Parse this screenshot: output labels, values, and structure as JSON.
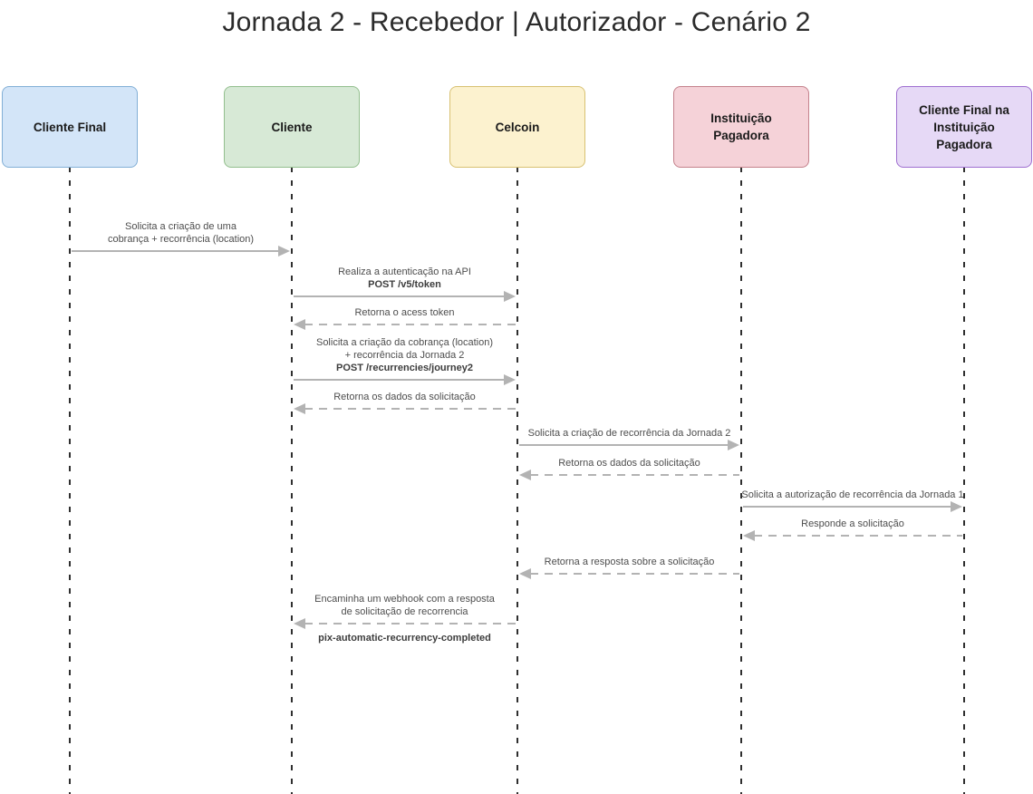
{
  "title": "Jornada 2 - Recebedor | Autorizador - Cenário 2",
  "colors": {
    "background": "#ffffff",
    "title_text": "#2b2b2b",
    "message_text": "#4d4d4d",
    "arrow": "#b3b3b3",
    "lifeline": "#2f2f2f"
  },
  "actors": [
    {
      "id": "cliente-final",
      "label": "Cliente Final",
      "fill": "#d3e5f8",
      "border": "#82afd6"
    },
    {
      "id": "cliente",
      "label": "Cliente",
      "fill": "#d7e9d6",
      "border": "#93bf8e"
    },
    {
      "id": "celcoin",
      "label": "Celcoin",
      "fill": "#fcf2cf",
      "border": "#d8c172"
    },
    {
      "id": "instituicao-pagadora",
      "label": "Instituição Pagadora",
      "fill": "#f5d2d8",
      "border": "#c4828c"
    },
    {
      "id": "cliente-final-na-instituicao-pagadora",
      "label": "Cliente Final na Instituição Pagadora",
      "fill": "#e6d9f6",
      "border": "#9f6fd0"
    }
  ],
  "messages": [
    {
      "from": 0,
      "to": 1,
      "line": "solid",
      "lines": [
        {
          "text": "Solicita a criação de uma",
          "bold": false
        },
        {
          "text": "cobrança + recorrência (location)",
          "bold": false
        }
      ],
      "below": []
    },
    {
      "from": 1,
      "to": 2,
      "line": "solid",
      "lines": [
        {
          "text": "Realiza a autenticação na API",
          "bold": false
        },
        {
          "text": "POST /v5/token",
          "bold": true
        }
      ],
      "below": []
    },
    {
      "from": 2,
      "to": 1,
      "line": "dashed",
      "lines": [
        {
          "text": "Retorna o acess token",
          "bold": false
        }
      ],
      "below": []
    },
    {
      "from": 1,
      "to": 2,
      "line": "solid",
      "lines": [
        {
          "text": "Solicita a criação da cobrança (location)",
          "bold": false
        },
        {
          "text": "+ recorrência da Jornada 2",
          "bold": false
        },
        {
          "text": "POST /recurrencies/journey2",
          "bold": true
        }
      ],
      "below": []
    },
    {
      "from": 2,
      "to": 1,
      "line": "dashed",
      "lines": [
        {
          "text": "Retorna os dados da solicitação",
          "bold": false
        }
      ],
      "below": []
    },
    {
      "from": 2,
      "to": 3,
      "line": "solid",
      "lines": [
        {
          "text": "Solicita a criação de recorrência da Jornada 2",
          "bold": false
        }
      ],
      "below": []
    },
    {
      "from": 3,
      "to": 2,
      "line": "dashed",
      "lines": [
        {
          "text": "Retorna os dados da solicitação",
          "bold": false
        }
      ],
      "below": []
    },
    {
      "from": 3,
      "to": 4,
      "line": "solid",
      "lines": [
        {
          "text": "Solicita a autorização de recorrência da Jornada 1",
          "bold": false
        }
      ],
      "below": []
    },
    {
      "from": 4,
      "to": 3,
      "line": "dashed",
      "lines": [
        {
          "text": "Responde a solicitação",
          "bold": false
        }
      ],
      "below": []
    },
    {
      "from": 3,
      "to": 2,
      "line": "dashed",
      "lines": [
        {
          "text": "Retorna a resposta sobre a solicitação",
          "bold": false
        }
      ],
      "below": []
    },
    {
      "from": 2,
      "to": 1,
      "line": "dashed",
      "lines": [
        {
          "text": "Encaminha um webhook com a resposta",
          "bold": false
        },
        {
          "text": "de solicitação de recorrencia",
          "bold": false
        }
      ],
      "below": [
        {
          "text": "pix-automatic-recurrency-completed",
          "bold": true
        }
      ]
    }
  ]
}
